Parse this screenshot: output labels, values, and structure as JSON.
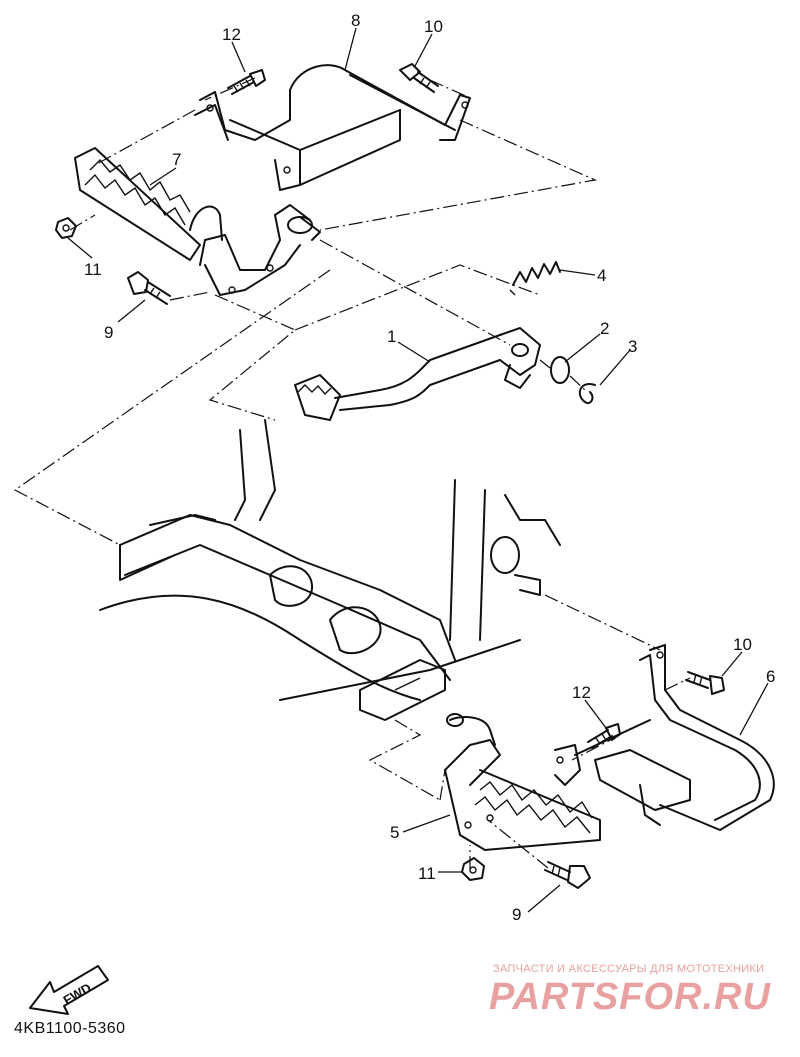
{
  "diagram": {
    "part_number_code": "4KB1100-5360",
    "fwd_label": "FWD",
    "callouts": [
      "1",
      "2",
      "3",
      "4",
      "5",
      "6",
      "7",
      "8",
      "9",
      "9",
      "10",
      "10",
      "11",
      "11",
      "12",
      "12"
    ]
  },
  "watermark": {
    "tagline": "ЗАПЧАСТИ И АКСЕССУАРЫ ДЛЯ МОТОТЕХНИКИ",
    "logo_text": "PARTSFOR.RU",
    "color": "#e8a0a0"
  }
}
